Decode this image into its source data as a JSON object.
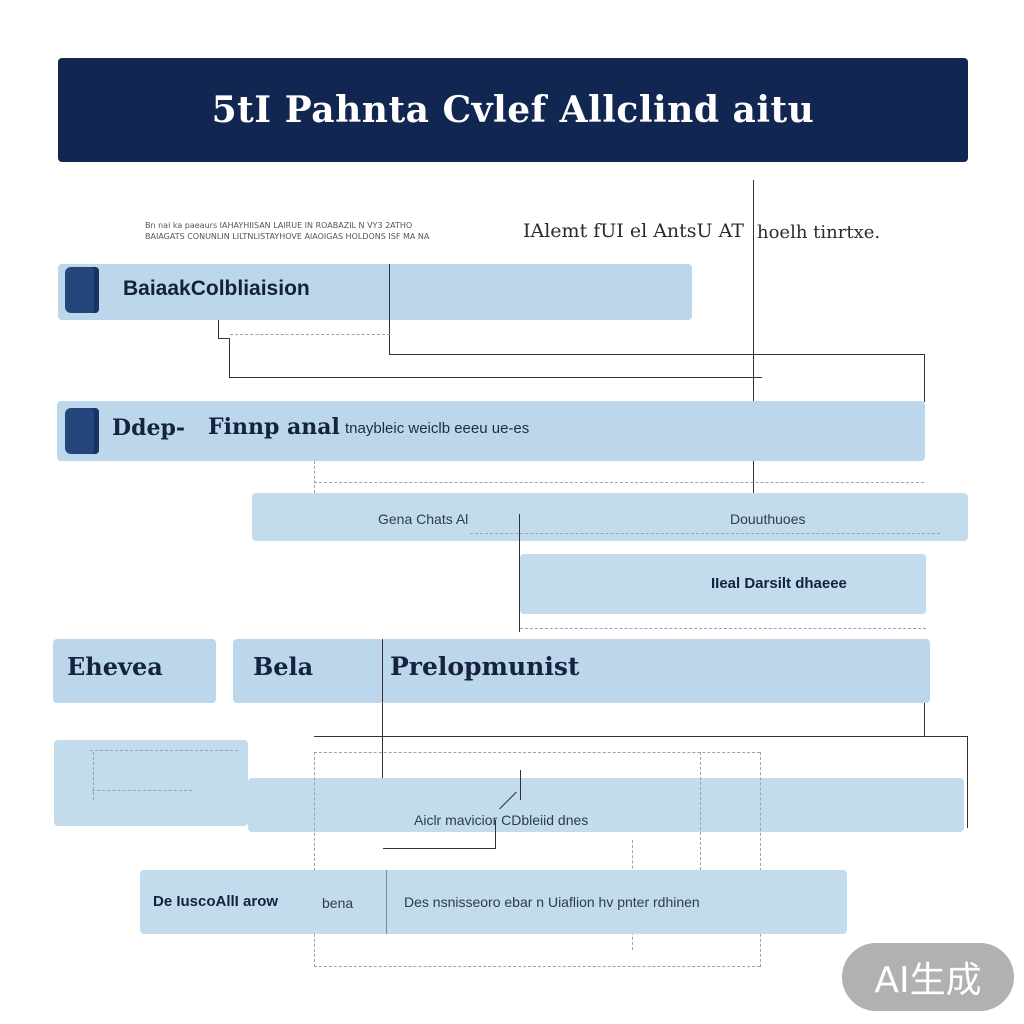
{
  "header": {
    "title": "5tI Pahnta Cvlef Allclind aitu"
  },
  "subtitle": {
    "small_line_1": "Bn nai ka paeaurs IAHAYHIISAN LAIRUE IN ROABAZIL N VY3 2ATHO",
    "small_line_2": "BAIAGATS CONUNLIN LILTNLISTAYHOVE AIAOIGAS HOLDONS ISF MA NA",
    "main_text": "IAlemt fUI el AntsU AT",
    "side_text": "hoelh tinrtxe."
  },
  "rows": {
    "row1_label": "BaiaakColbliaision",
    "row2_label_a": "Ddep-",
    "row2_label_b": "Finnp anal",
    "row2_label_c": "tnaybleic weiclb eeeu ue-es",
    "row3_label_left": "Gena Chats Al",
    "row3_label_right": "Douuthuoes",
    "row4_label": "IIeal Darsilt dhaeee",
    "row5_box_a": "Ehevea",
    "row5_box_b": "Bela",
    "row5_box_c": "Prelopmunist",
    "row6_label": "Aiclr mavicior CDbleiid dnes",
    "row7_label_a": "De IuscoAllI arow",
    "row7_label_b": "bena",
    "row7_label_c": "Des nsnisseoro ebar n Uiaflion hv pnter rdhinen"
  },
  "badge": {
    "text": "AI生成"
  },
  "colors": {
    "header_bg": "#112650",
    "band_bg": "#bcd7eb",
    "icon_block": "#25457d",
    "connector": "#333333"
  }
}
